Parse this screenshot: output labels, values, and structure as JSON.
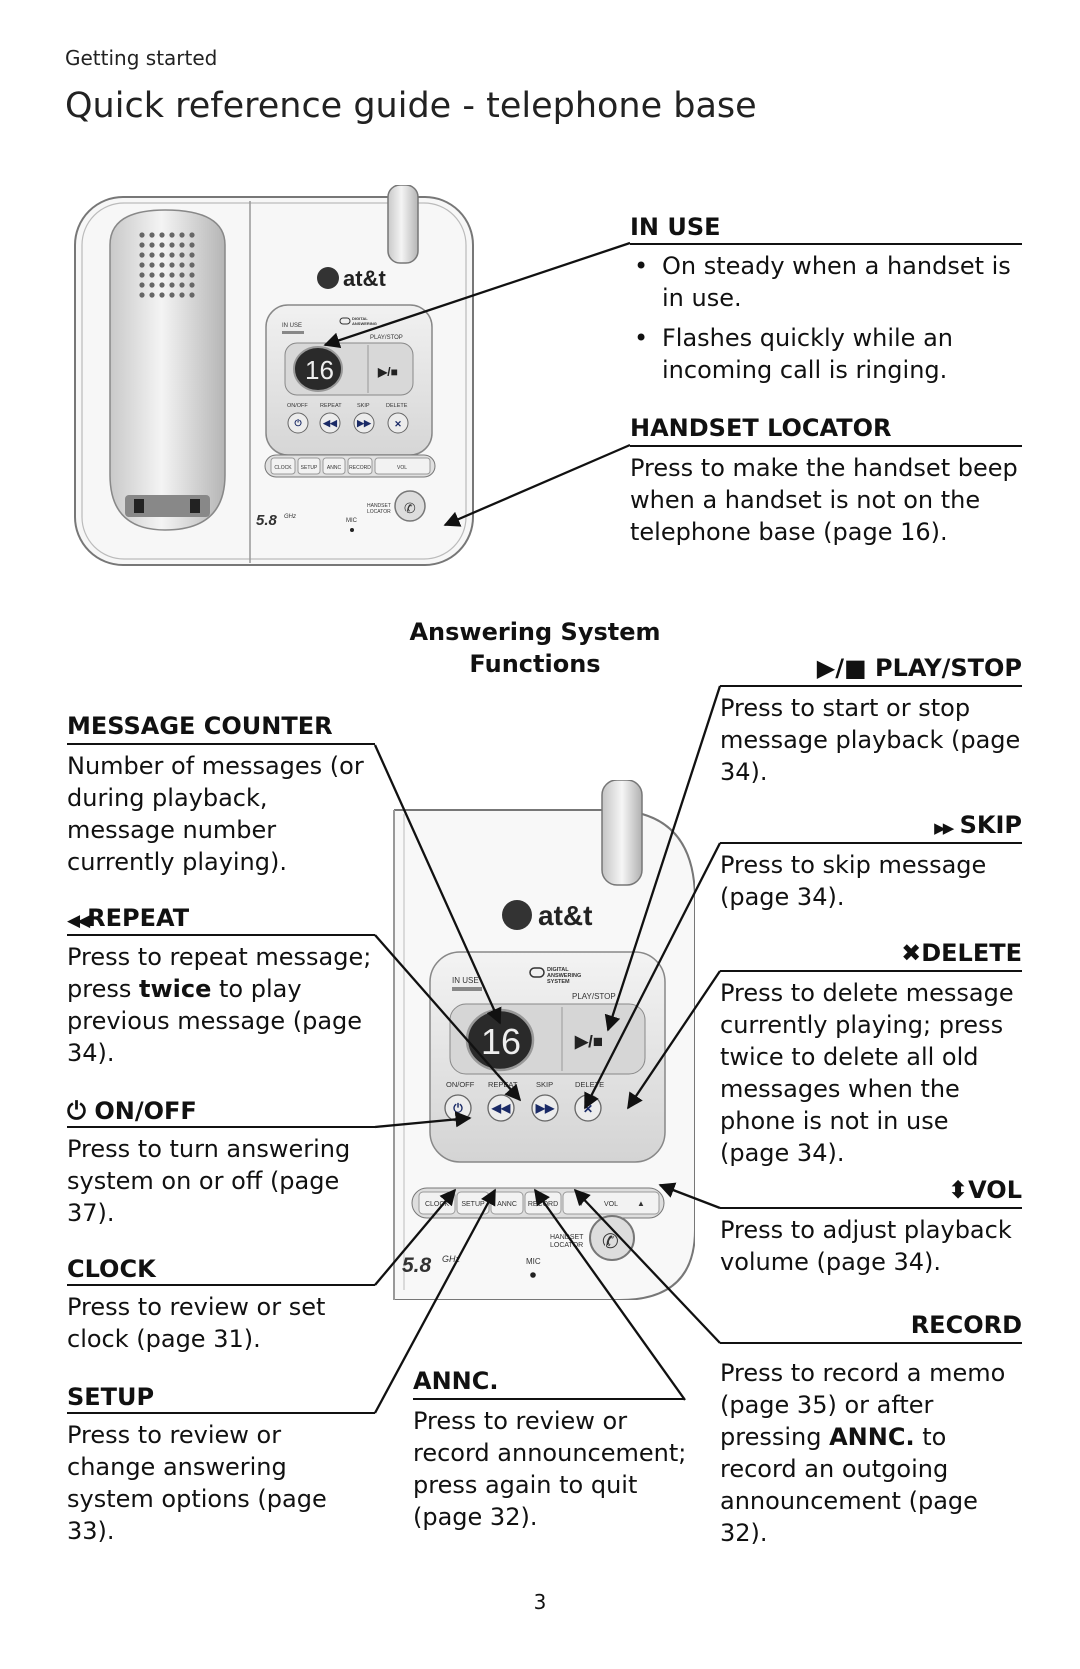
{
  "header": {
    "section": "Getting started",
    "title": "Quick reference guide - telephone base"
  },
  "device": {
    "brand": "at&t",
    "freq": "5.8",
    "freq_unit": "GHz",
    "mic": "MIC",
    "handset_locator": [
      "HANDSET",
      "LOCATOR"
    ],
    "in_use": "IN USE",
    "das": [
      "DIGITAL",
      "ANSWERING",
      "SYSTEM"
    ],
    "play_stop": "PLAY/STOP",
    "counter": "16",
    "btn_labels": [
      "ON/OFF",
      "REPEAT",
      "SKIP",
      "DELETE"
    ],
    "strip": [
      "CLOCK",
      "SETUP",
      "ANNC",
      "RECORD",
      "VOL"
    ]
  },
  "in_use": {
    "title": "IN USE",
    "bullets": [
      "On steady when a handset is in use.",
      "Flashes quickly while an incoming call is ringing."
    ]
  },
  "handset_locator": {
    "title": "HANDSET LOCATOR",
    "text": "Press to make the handset beep when a handset is not on the telephone base (page 16)."
  },
  "center_heading": "Answering System Functions",
  "message_counter": {
    "title": "MESSAGE COUNTER",
    "text": "Number of messages (or during playback, message number currently playing)."
  },
  "repeat": {
    "glyph": "◀◀",
    "title": "REPEAT",
    "text_a": "Press to repeat message; press ",
    "text_bold": "twice",
    "text_b": " to play previous message (page 34)."
  },
  "on_off": {
    "glyph": "⏻",
    "title": "ON/OFF",
    "text": "Press to turn answering system on or off (page 37)."
  },
  "clock": {
    "title": "CLOCK",
    "text": "Press to review or set clock (page 31)."
  },
  "setup": {
    "title": "SETUP",
    "text": "Press to review or change answering system options (page 33)."
  },
  "annc": {
    "title": "ANNC.",
    "text": "Press to review or record announcement; press again to quit (page 32)."
  },
  "play_stop": {
    "glyph": "▶/■",
    "title": "PLAY/STOP",
    "text": "Press to start or stop message playback (page 34)."
  },
  "skip": {
    "glyph": "▶▶",
    "title": "SKIP",
    "text": "Press to skip message (page 34)."
  },
  "delete": {
    "glyph": "✖",
    "title": "DELETE",
    "text": "Press to delete message currently playing; press twice to delete all old messages when the phone is not in use (page 34)."
  },
  "vol": {
    "glyph": "⬍",
    "title": "VOL",
    "text": "Press to adjust playback volume (page 34)."
  },
  "record": {
    "title": "RECORD",
    "text_a": "Press to record a memo (page 35) or after pressing ",
    "text_bold": "ANNC.",
    "text_b": " to record an outgoing announcement (page 32)."
  },
  "page_number": "3"
}
